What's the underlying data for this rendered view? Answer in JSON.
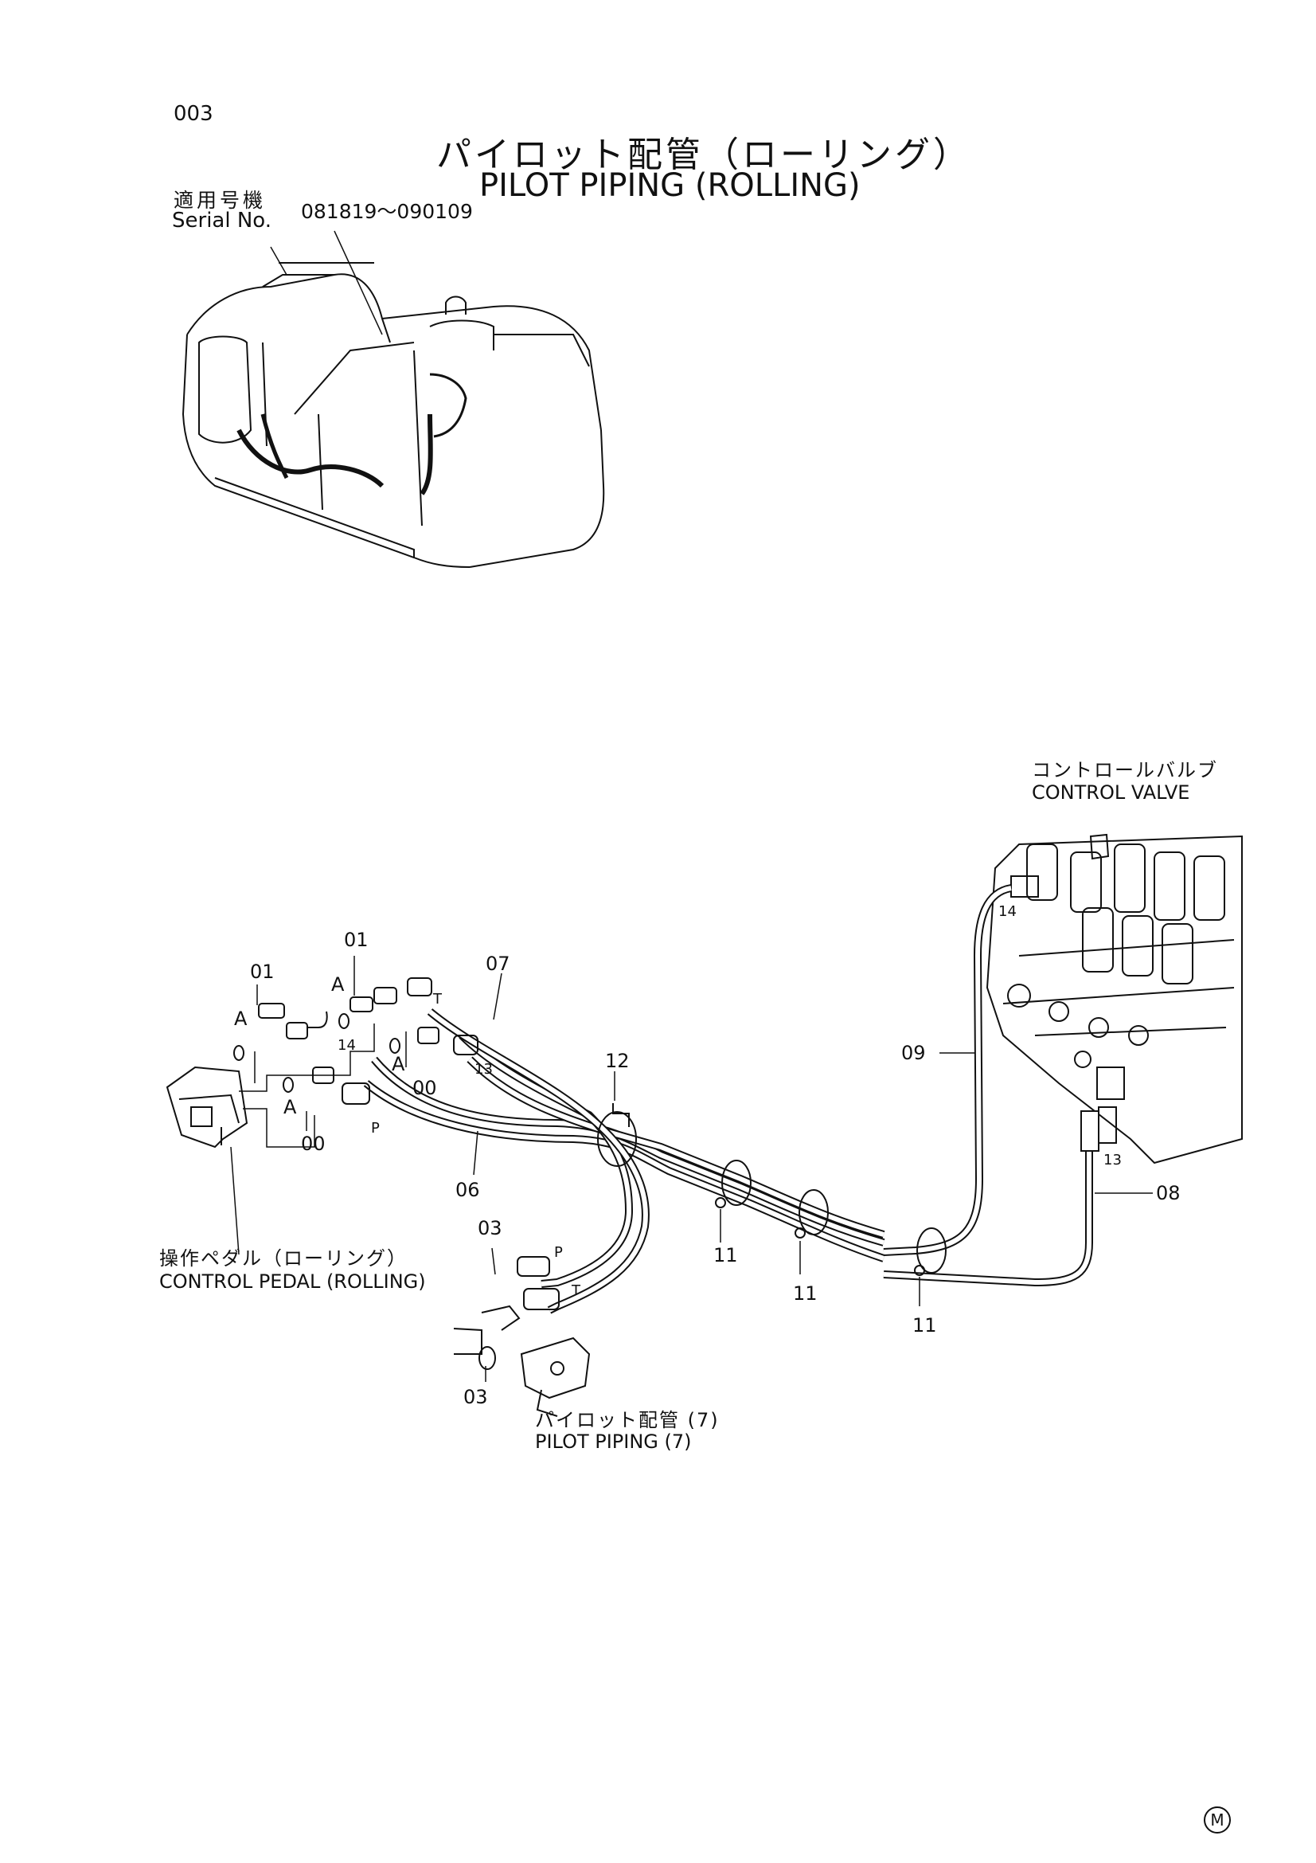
{
  "page": {
    "number": "003",
    "mark": "M"
  },
  "title": {
    "jp": "パイロット配管（ローリング）",
    "en": "PILOT PIPING (ROLLING)"
  },
  "serial": {
    "label_jp": "適用号機",
    "label_en": "Serial No.",
    "range": "081819～090109"
  },
  "callouts": {
    "control_valve_jp": "コントロールバルブ",
    "control_valve_en": "CONTROL VALVE",
    "control_pedal_jp": "操作ペダル（ローリング）",
    "control_pedal_en": "CONTROL PEDAL (ROLLING)",
    "pilot_piping_jp": "パイロット配管 (7)",
    "pilot_piping_en": "PILOT PIPING (7)"
  },
  "parts": {
    "p01a": "01",
    "p01b": "01",
    "p00a": "00",
    "p00b": "00",
    "p03a": "03",
    "p03b": "03",
    "p06": "06",
    "p07": "07",
    "p08": "08",
    "p09": "09",
    "p11a": "11",
    "p11b": "11",
    "p11c": "11",
    "p12": "12",
    "p13a": "13",
    "p13b": "13",
    "p14a": "14",
    "p14b": "14"
  },
  "view_marks": {
    "a1": "A",
    "a2": "A",
    "a3": "A",
    "a4": "A"
  },
  "ports": {
    "p1": "P",
    "t1": "T",
    "p2": "P",
    "t2": "T"
  }
}
